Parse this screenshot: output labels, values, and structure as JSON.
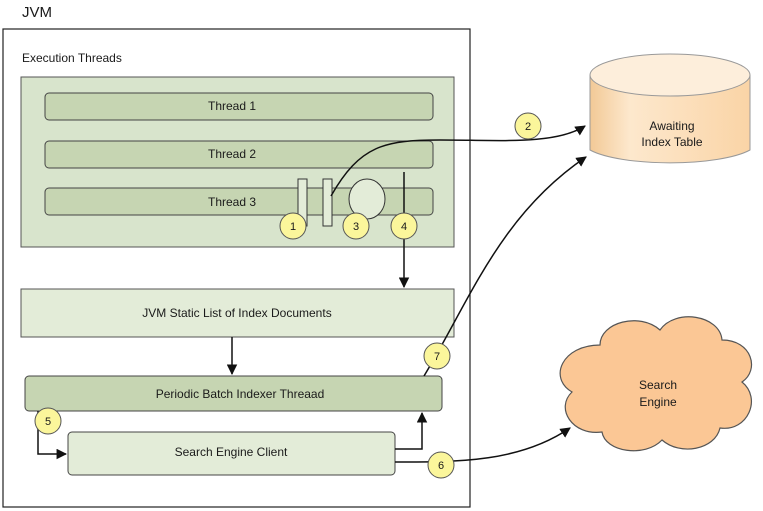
{
  "jvm_title": "JVM",
  "threads_panel_title": "Execution Threads",
  "threads": [
    {
      "label": "Thread 1"
    },
    {
      "label": "Thread 2"
    },
    {
      "label": "Thread 3"
    }
  ],
  "static_list": {
    "label": "JVM Static List of Index Documents"
  },
  "batch_indexer": {
    "label": "Periodic Batch Indexer Threaad"
  },
  "search_client": {
    "label": "Search Engine Client"
  },
  "awaiting_table": {
    "line1": "Awaiting",
    "line2": "Index Table"
  },
  "search_engine": {
    "line1": "Search",
    "line2": "Engine"
  },
  "steps": [
    "1",
    "2",
    "3",
    "4",
    "5",
    "6",
    "7"
  ],
  "colors": {
    "panel_fill": "#d8e4cc",
    "bar_fill": "#c6d5b2",
    "box_fill": "#e3ecd8",
    "db_fill": "#fde3c4",
    "cloud_fill": "#fbc795",
    "badge_fill": "#fbf69b"
  }
}
